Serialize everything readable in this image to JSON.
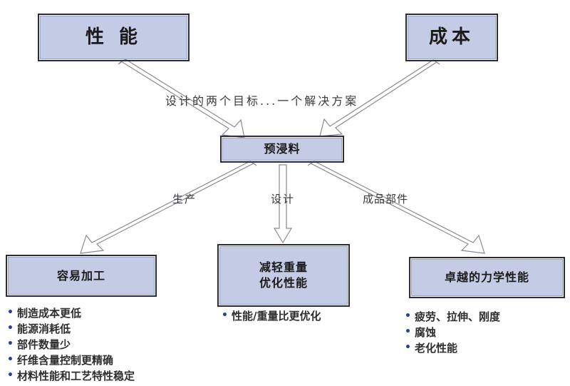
{
  "diagram": {
    "title": "Prepreg design goals diagram",
    "colors": {
      "node_fill": "#c4cbe4",
      "node_border": "#2b2b3a",
      "arrow_stroke": "#8a8a96",
      "arrow_fill": "#ffffff",
      "bullet_marker": "#2b3f8f",
      "text": "#1a1a1a",
      "background": "#ffffff"
    },
    "nodes": {
      "performance": {
        "label": "性 能"
      },
      "cost": {
        "label": "成本"
      },
      "prepreg": {
        "label": "预浸料"
      },
      "easy_processing": {
        "label": "容易加工"
      },
      "weight_performance": {
        "line1": "减轻重量",
        "line2": "优化性能"
      },
      "mechanical": {
        "label": "卓越的力学性能"
      }
    },
    "edge_labels": {
      "goals": "设计的两个目标...一个解决方案",
      "production": "生产",
      "design": "设计",
      "finished_part": "成品部件"
    },
    "bullets": {
      "easy_processing": [
        "制造成本更低",
        "能源消耗低",
        "部件数量少",
        "纤维含量控制更精确",
        "材料性能和工艺特性稳定"
      ],
      "weight_performance": [
        "性能/重量比更优化"
      ],
      "mechanical": [
        "疲劳、拉伸、刚度",
        "腐蚀",
        "老化性能"
      ]
    },
    "arrows": [
      {
        "name": "performance-to-prepreg",
        "from": "performance",
        "to": "prepreg"
      },
      {
        "name": "cost-to-prepreg",
        "from": "cost",
        "to": "prepreg"
      },
      {
        "name": "prepreg-to-easy-processing",
        "from": "prepreg",
        "to": "easy_processing"
      },
      {
        "name": "prepreg-to-weight-performance",
        "from": "prepreg",
        "to": "weight_performance"
      },
      {
        "name": "prepreg-to-mechanical",
        "from": "prepreg",
        "to": "mechanical"
      }
    ]
  }
}
